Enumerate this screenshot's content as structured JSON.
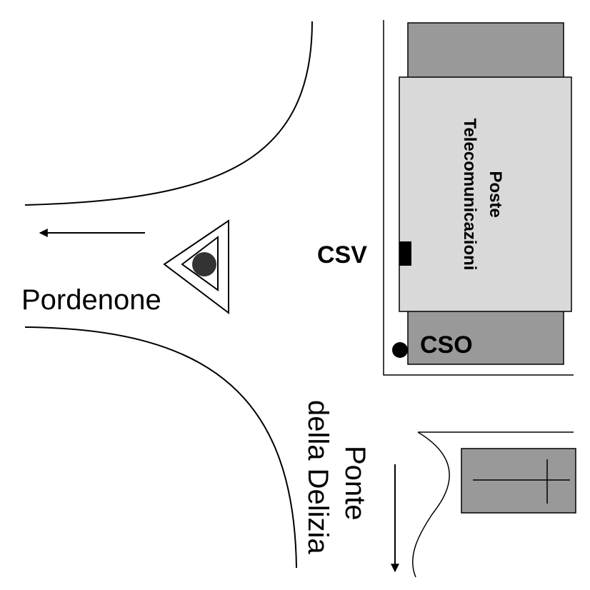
{
  "labels": {
    "pordenone": "Pordenone",
    "ponte_line1": "Ponte",
    "ponte_line2": "della Delizia",
    "csv": "CSV",
    "cso": "CSO",
    "poste_line1": "Poste",
    "poste_line2": "Telecomunicazioni"
  },
  "colors": {
    "building_dark": "#999999",
    "building_light": "#d9d9d9",
    "marker": "#333333",
    "ink": "#000000"
  },
  "icons": {
    "direction_west": "arrow-left-icon",
    "direction_south": "arrow-down-icon",
    "station_marker": "triangle-warning-icon",
    "csv_marker": "black-rectangle-icon",
    "cso_marker": "black-dot-icon"
  }
}
